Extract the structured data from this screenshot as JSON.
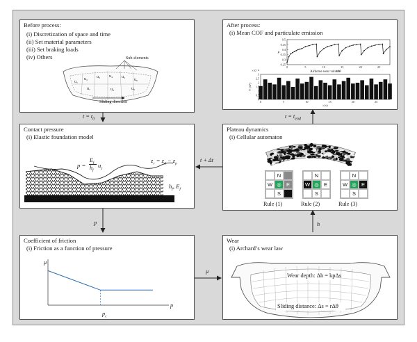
{
  "before": {
    "title": "Before process:",
    "items": [
      "(i) Discretization of space and time",
      "(ii) Set material parameters",
      "(iii) Set braking loads",
      "(iv) Others"
    ],
    "sub_elements": "Sub-elements",
    "sliding_direction": "Sliding direction",
    "cell_labels": [
      "u₁",
      "u₂",
      "u₃",
      "u₄",
      "u₅",
      "u₆",
      "u₇",
      "u₈",
      "u₉"
    ]
  },
  "after": {
    "title": "After process:",
    "item": "(i) Mean COF and particulate emission",
    "plot1": {
      "ylabel": "μ",
      "xlabel": "t (s)",
      "yticks": [
        "0.5",
        "0.45",
        "0.4",
        "0.35",
        "0.3",
        "0.25"
      ],
      "xticks": [
        "0",
        "5",
        "10",
        "15",
        "20",
        "25"
      ]
    },
    "plot2": {
      "title": "Airborne wear volume",
      "ylabel": "V (m³)",
      "exponent": "×10⁻¹²",
      "xlabel": "t (s)",
      "yticks": [
        "3",
        "2.5",
        "2",
        "1.5",
        "1",
        "0.5",
        "0"
      ],
      "xticks": [
        "0",
        "5",
        "10",
        "15",
        "20",
        "25"
      ]
    }
  },
  "contact": {
    "title": "Contact pressure",
    "item": "(i) Elastic foundation model",
    "p": "p =",
    "frac_num": "E",
    "frac_num_sub": "f",
    "frac_den": "h",
    "frac_den_sub": "f",
    "u": "u",
    "u_sub": "z",
    "z_r": "z",
    "z_r_sub": "r",
    "z_eq": " = z",
    "z_d_sub": "d",
    "z_minus": " − z",
    "z_p_sub": "p",
    "h_f": "h",
    "h_f_sub": "f",
    "comma_E": ", E",
    "E_sub": "f"
  },
  "plateau": {
    "title": "Plateau dynamics",
    "item": "(i) Cellular automaton",
    "rules": [
      {
        "label": "Rule (1)",
        "cells": [
          "",
          "N",
          "",
          "W",
          "◎",
          "E",
          "",
          "S",
          ""
        ]
      },
      {
        "label": "Rule (2)",
        "cells": [
          "",
          "N",
          "",
          "W",
          "◎",
          "E",
          "",
          "S",
          ""
        ]
      },
      {
        "label": "Rule (3)",
        "cells": [
          "",
          "N",
          "",
          "W",
          "◎",
          "E",
          "",
          "S",
          ""
        ]
      }
    ]
  },
  "friction": {
    "title": "Coefficient of friction",
    "item": "(i) Friction as a function of pressure",
    "mu": "μ",
    "p_axis": "p",
    "pc": "p",
    "pc_sub": "c"
  },
  "wear": {
    "title": "Wear",
    "item": "(i) Archard’s wear law",
    "depth": "Wear depth: Δh = kpΔs",
    "distance": "Sliding distance: Δs = rΔθ"
  },
  "arrows": {
    "t0": "t = t",
    "t0_sub": "0",
    "tend": "t = t",
    "tend_sub": "end",
    "tdt": "t + Δt",
    "p": "p",
    "mu": "μ",
    "h": "h"
  },
  "colors": {
    "accent_line": "#2f6fb0",
    "green_cell": "#23a35a",
    "panel_bg": "#d9d9d9"
  },
  "chart_data": [
    {
      "type": "line",
      "title": "",
      "xlabel": "t (s)",
      "ylabel": "μ",
      "x": [
        0,
        0.5,
        1,
        1.5,
        2,
        2.5,
        3,
        3.5,
        4,
        5,
        6,
        7,
        8,
        8.2,
        9,
        10,
        11,
        12,
        13,
        14,
        14.2,
        15,
        16,
        17,
        18,
        19,
        20,
        20.2,
        21,
        22,
        23,
        24,
        25,
        26,
        26.2,
        27,
        28
      ],
      "series": [
        {
          "values": [
            0.27,
            0.33,
            0.36,
            0.37,
            0.38,
            0.39,
            0.4,
            0.405,
            0.41,
            0.43,
            0.44,
            0.45,
            0.455,
            0.33,
            0.38,
            0.41,
            0.43,
            0.44,
            0.45,
            0.455,
            0.34,
            0.39,
            0.42,
            0.435,
            0.445,
            0.45,
            0.455,
            0.35,
            0.39,
            0.42,
            0.435,
            0.445,
            0.45,
            0.455,
            0.36,
            0.4,
            0.43
          ]
        }
      ],
      "xlim": [
        0,
        28
      ],
      "ylim": [
        0.25,
        0.5
      ]
    },
    {
      "type": "area",
      "title": "Airborne wear volume",
      "xlabel": "t (s)",
      "ylabel": "V (m³)",
      "x": [
        0,
        1,
        2,
        3,
        4,
        5,
        6,
        7,
        8,
        9,
        10,
        11,
        12,
        13,
        14,
        15,
        16,
        17,
        18,
        19,
        20,
        21,
        22,
        23,
        24,
        25,
        26,
        27,
        28
      ],
      "series": [
        {
          "values": [
            1.6,
            2.4,
            2.0,
            1.8,
            2.6,
            1.7,
            2.2,
            1.5,
            2.5,
            1.9,
            2.1,
            2.7,
            1.6,
            2.3,
            2.0,
            1.7,
            2.4,
            1.8,
            2.2,
            2.6,
            1.9,
            2.0,
            2.3,
            1.7,
            2.5,
            1.8,
            2.1,
            2.4,
            1.9
          ]
        }
      ],
      "xlim": [
        0,
        28
      ],
      "ylim": [
        0,
        3
      ]
    },
    {
      "type": "line",
      "title": "",
      "xlabel": "p",
      "ylabel": "μ",
      "x": [
        0,
        1,
        2
      ],
      "series": [
        {
          "values": [
            0.8,
            0.35,
            0.35
          ]
        }
      ],
      "xlim": [
        0,
        2.2
      ],
      "ylim": [
        0,
        1
      ]
    }
  ]
}
